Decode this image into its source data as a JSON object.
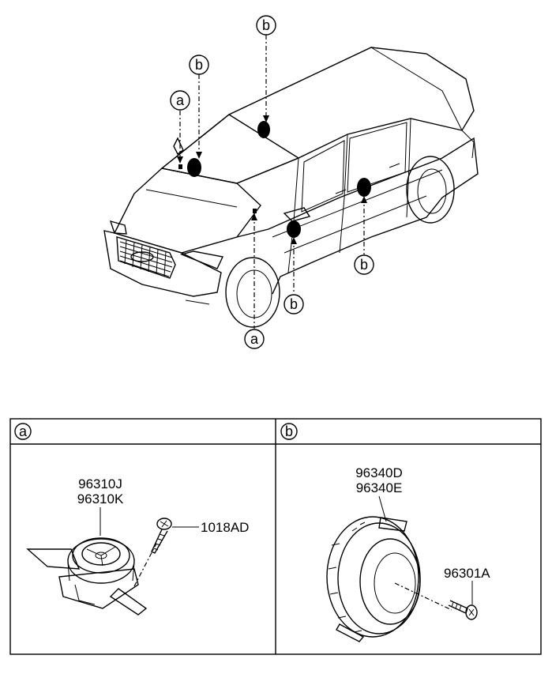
{
  "callouts": {
    "a": "a",
    "b": "b"
  },
  "legend": {
    "panel_a": {
      "key": "a",
      "part_label_1": "96310J",
      "part_label_2": "96310K",
      "screw_label": "1018AD"
    },
    "panel_b": {
      "key": "b",
      "part_label_1": "96340D",
      "part_label_2": "96340E",
      "screw_label": "96301A"
    }
  }
}
